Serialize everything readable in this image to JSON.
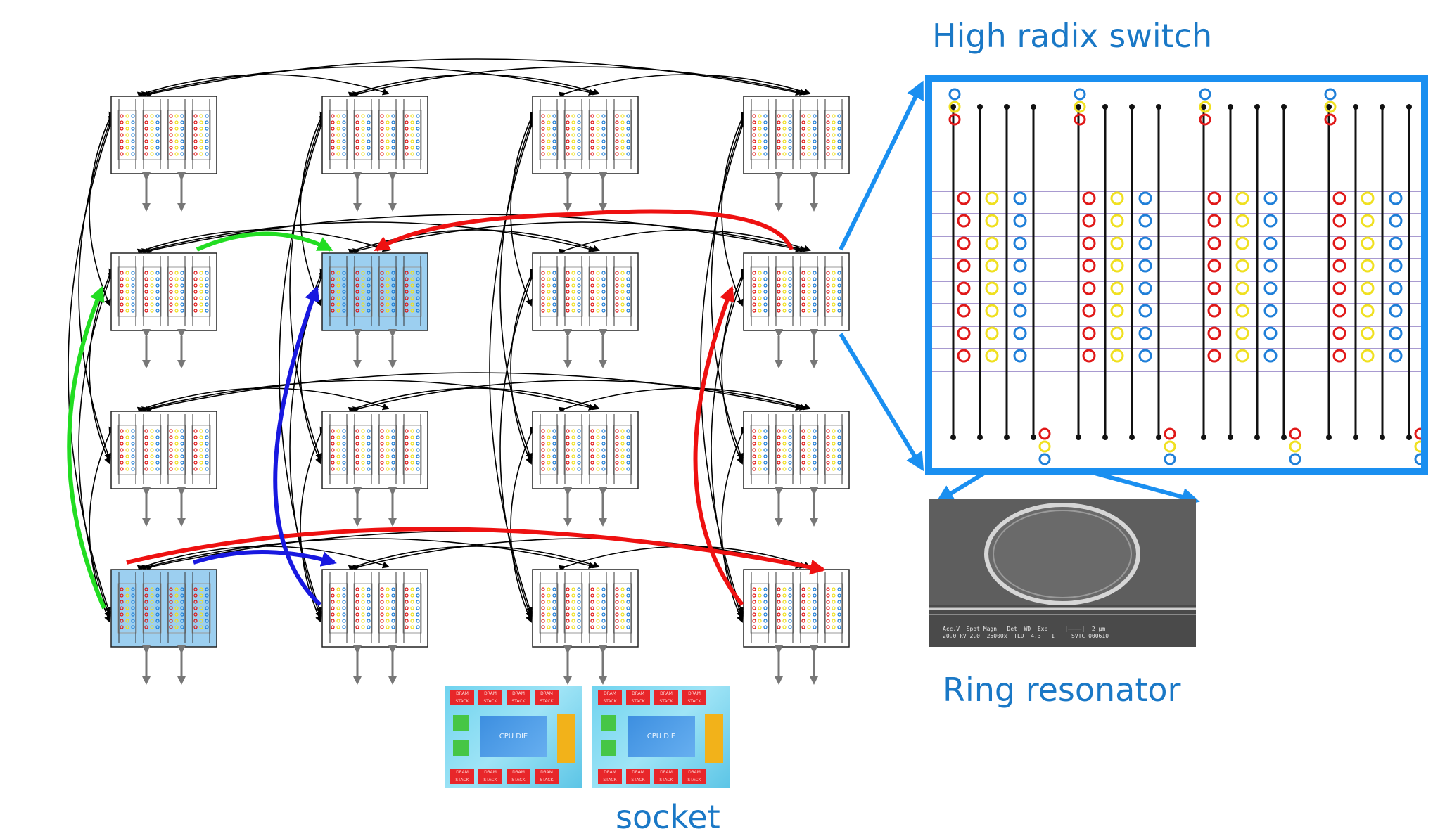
{
  "labels": {
    "high_radix_switch": "High radix switch",
    "ring_resonator": "Ring resonator",
    "socket": "socket"
  },
  "socket": {
    "die_label": "CPU DIE",
    "dram_label": "DRAM STACK"
  },
  "sem_caption": "Acc.V  Spot Magn   Det  WD  Exp     |————|  2 μm\n20.0 kV 2.0  25000x  TLD  4.3   1     SVTC 000610",
  "colors": {
    "accent_blue": "#1a8ff0",
    "ring_red": "#e01818",
    "ring_yellow": "#f0e020",
    "ring_blue": "#1f7fd8",
    "path_green": "#22dd22",
    "path_red": "#ee1111",
    "path_blue": "#1818e0",
    "highlight_node": "#9ccff0"
  },
  "network": {
    "rows": 4,
    "cols": 4,
    "highlighted_nodes": [
      [
        1,
        1
      ],
      [
        3,
        0
      ]
    ]
  }
}
